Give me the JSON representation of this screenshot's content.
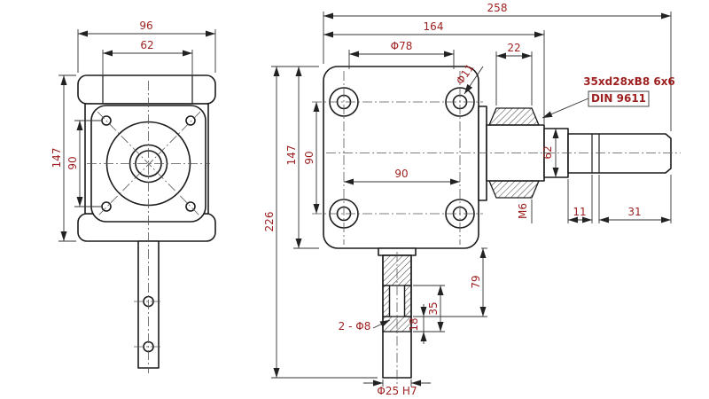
{
  "meta": {
    "description": "Two-view technical drawing of an angular PTO gearbox",
    "colors": {
      "line": "#1c1c1c",
      "dimension_text": "#9e1f1f",
      "background": "#ffffff"
    }
  },
  "left_view": {
    "dim_width_outer": "96",
    "dim_width_inner": "62",
    "dim_height": "147",
    "dim_hole_spacing": "90"
  },
  "right_view": {
    "dim_total_length": "258",
    "dim_flange_length": "164",
    "dim_pilot_dia": "Φ78",
    "dim_spline_len": "22",
    "dim_hole_dia": "Φ11",
    "dim_height": "147",
    "dim_hole_spacing_v": "90",
    "dim_total_height": "226",
    "dim_hole_spacing_h": "90",
    "dim_shaft_dia": "62",
    "dim_thread": "M6",
    "dim_groove_pos": "11",
    "dim_shaft_end": "31",
    "dim_hub_len": "79",
    "dim_bore_depth": "35",
    "dim_step": "18",
    "label_cross_holes": "2 - Φ8",
    "label_bore": "Φ25 H7",
    "label_spline_spec": "35xd28xB8 6x6",
    "label_spline_std": "DIN 9611"
  }
}
